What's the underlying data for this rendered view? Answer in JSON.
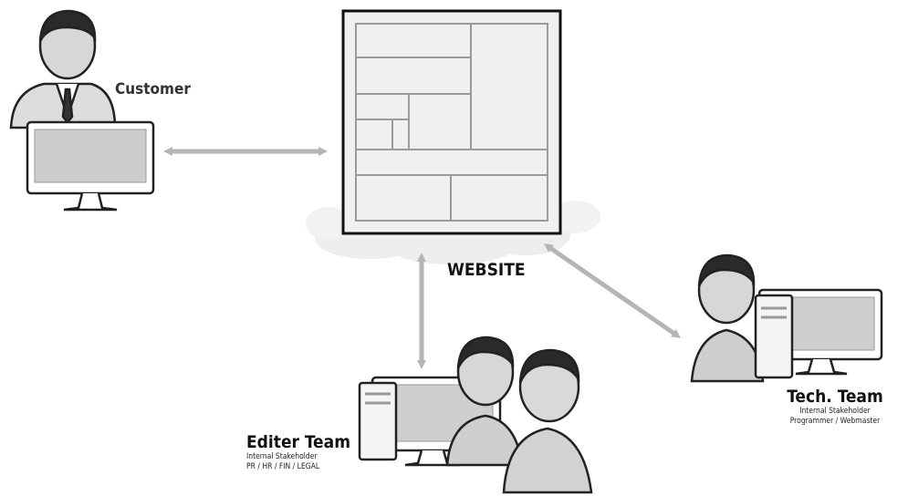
{
  "nodes": {
    "customer": {
      "label": "Customer"
    },
    "website": {
      "label": "WEBSITE"
    },
    "editor_team": {
      "label": "Editer Team",
      "role": "Internal Stakeholder",
      "departments": "PR / HR / FIN / LEGAL"
    },
    "tech_team": {
      "label": "Tech. Team",
      "role": "Internal Stakeholder",
      "departments": "Programmer / Webmaster"
    }
  },
  "edges": [
    {
      "from": "customer",
      "to": "website",
      "direction": "bidirectional"
    },
    {
      "from": "editor_team",
      "to": "website",
      "direction": "bidirectional"
    },
    {
      "from": "tech_team",
      "to": "website",
      "direction": "bidirectional"
    }
  ],
  "colors": {
    "arrow": "#b5b5b5",
    "person_fill": "#d9d9d9",
    "outline": "#222222",
    "cloud": "#eeeeee"
  }
}
